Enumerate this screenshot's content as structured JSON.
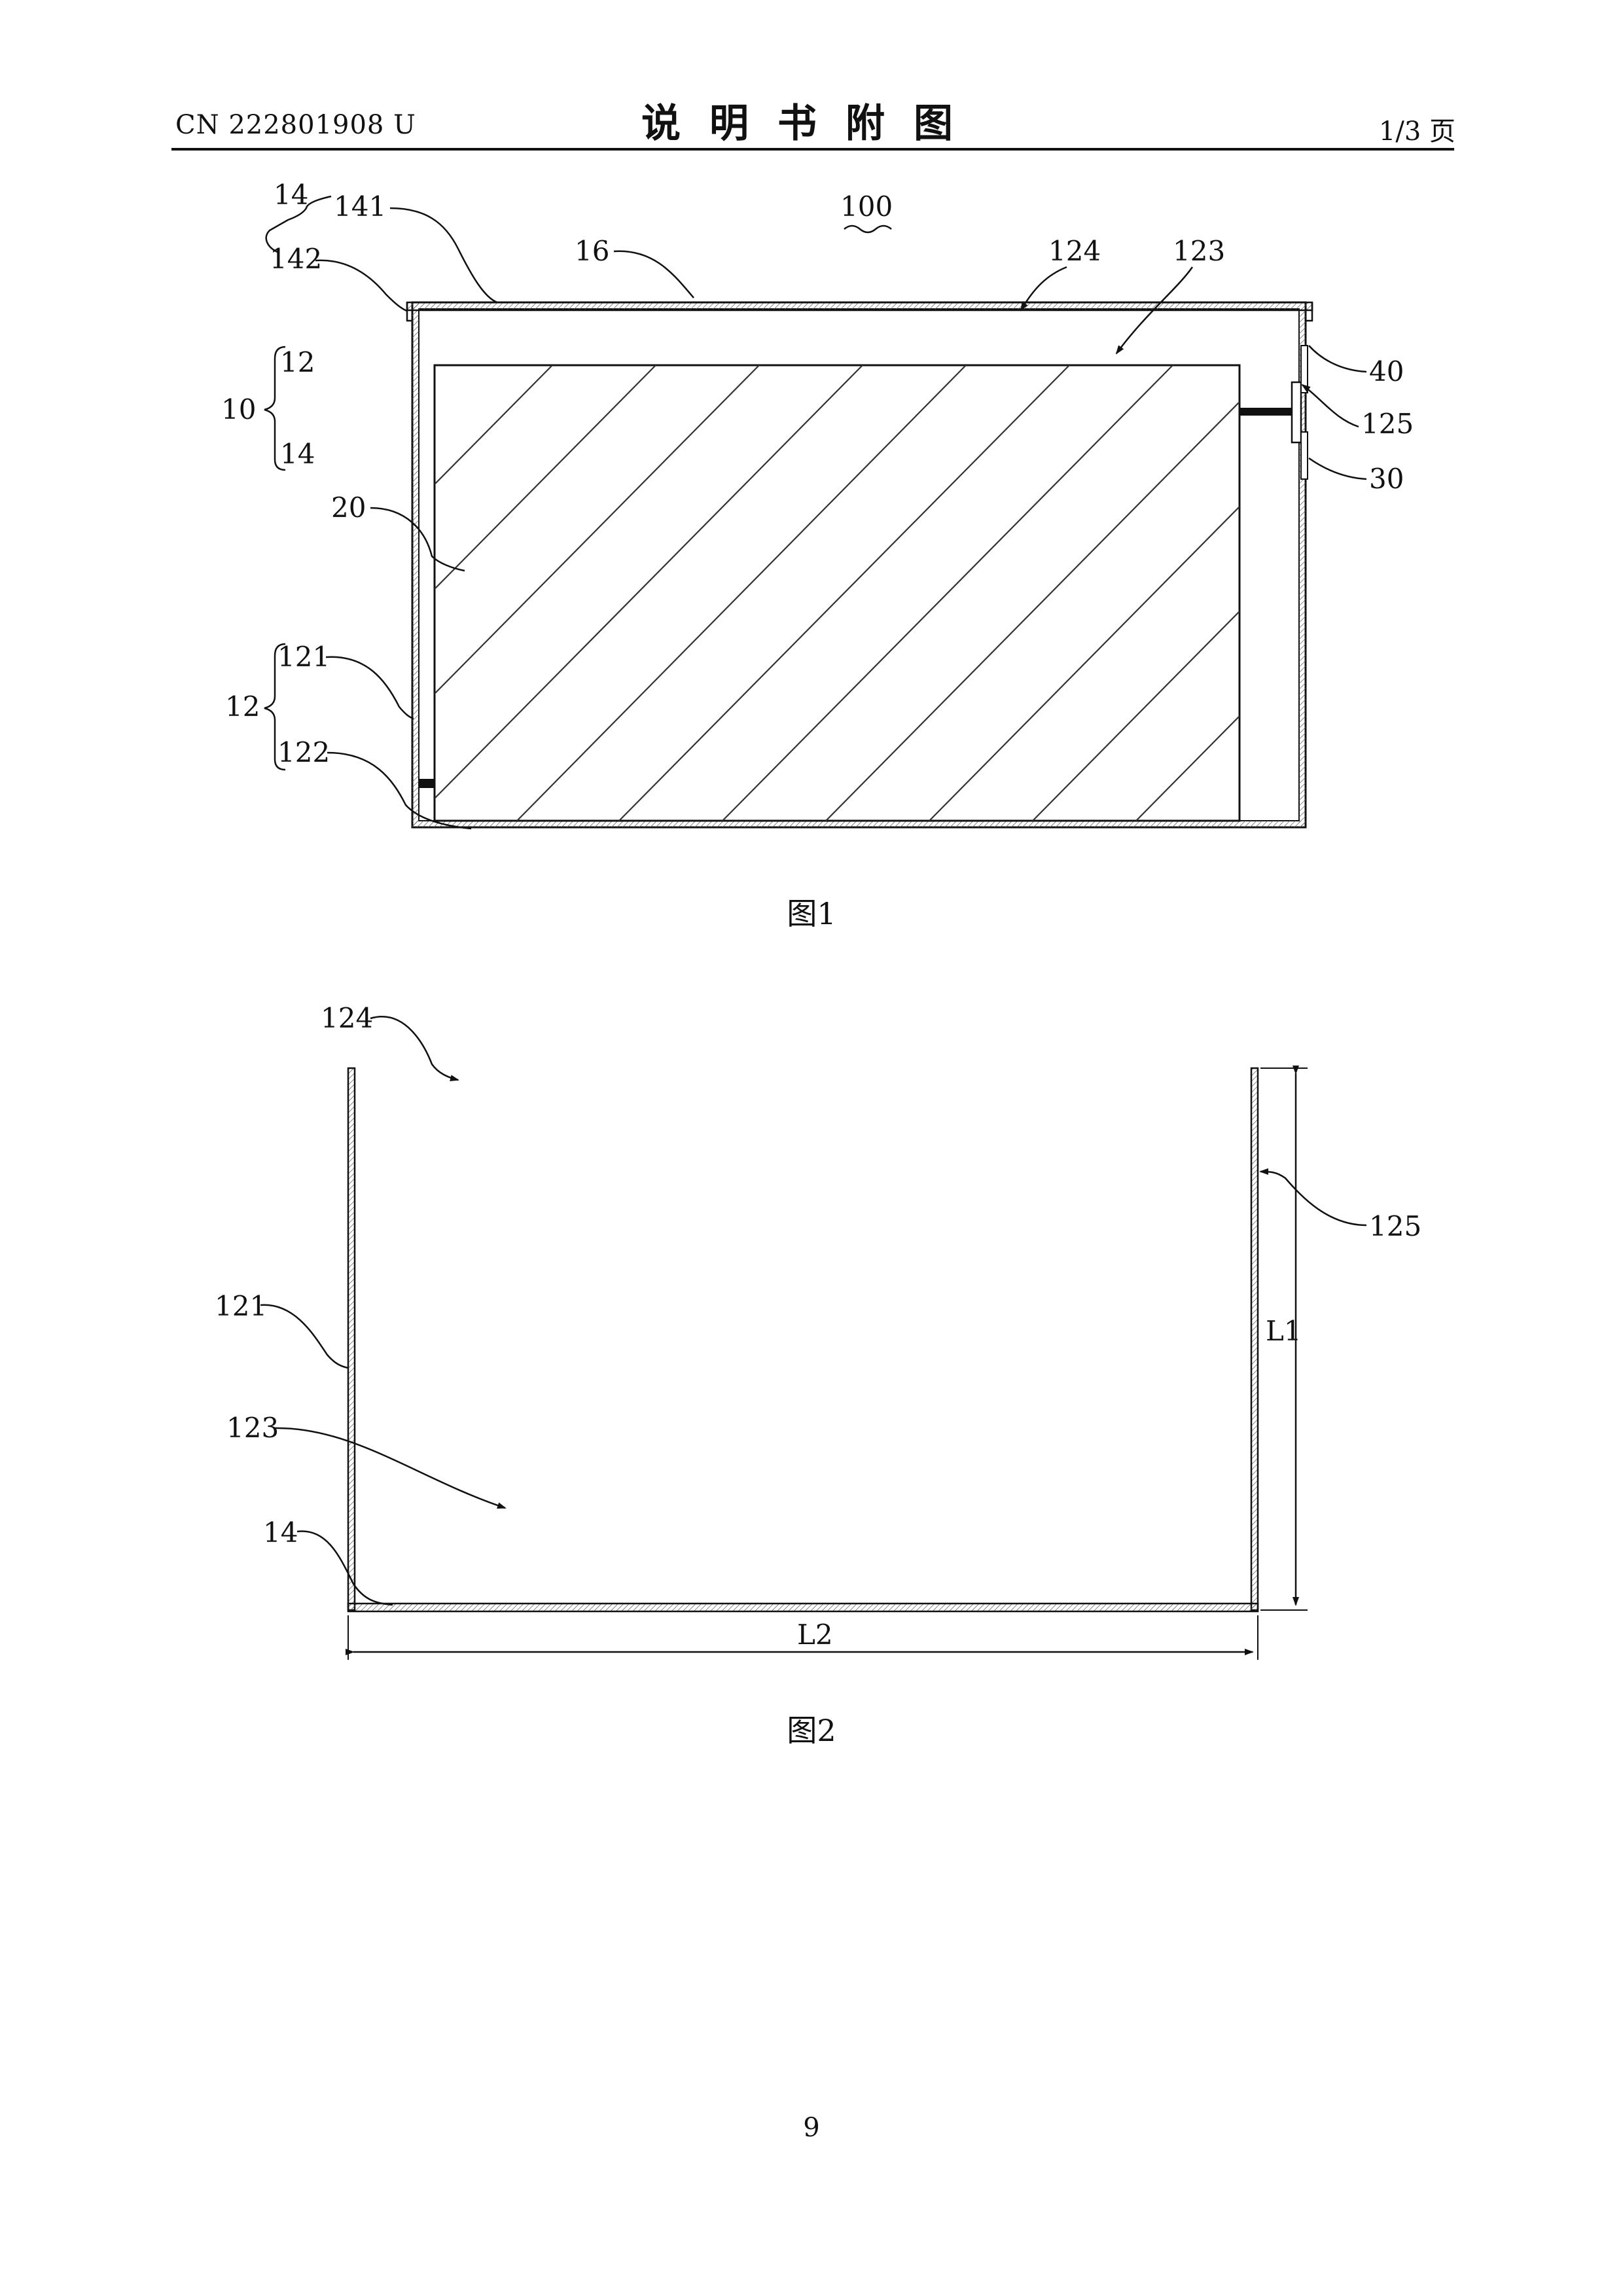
{
  "header": {
    "doc_number": "CN 222801908 U",
    "title": "说明书附图",
    "page_label": "1/3 页"
  },
  "figure1": {
    "caption": "图1",
    "assembly_label": "100",
    "labels": {
      "l14_top": "14",
      "l141": "141",
      "l142": "142",
      "l16": "16",
      "l124": "124",
      "l123": "123",
      "l12_brace": "12",
      "l10": "10",
      "l14_brace": "14",
      "l40": "40",
      "l125": "125",
      "l30": "30",
      "l20": "20",
      "l121": "121",
      "l12_lower": "12",
      "l122": "122"
    }
  },
  "figure2": {
    "caption": "图2",
    "labels": {
      "l124": "124",
      "l125": "125",
      "l121": "121",
      "l1": "L1",
      "l123": "123",
      "l14": "14",
      "l2": "L2"
    }
  },
  "page_number": "9"
}
